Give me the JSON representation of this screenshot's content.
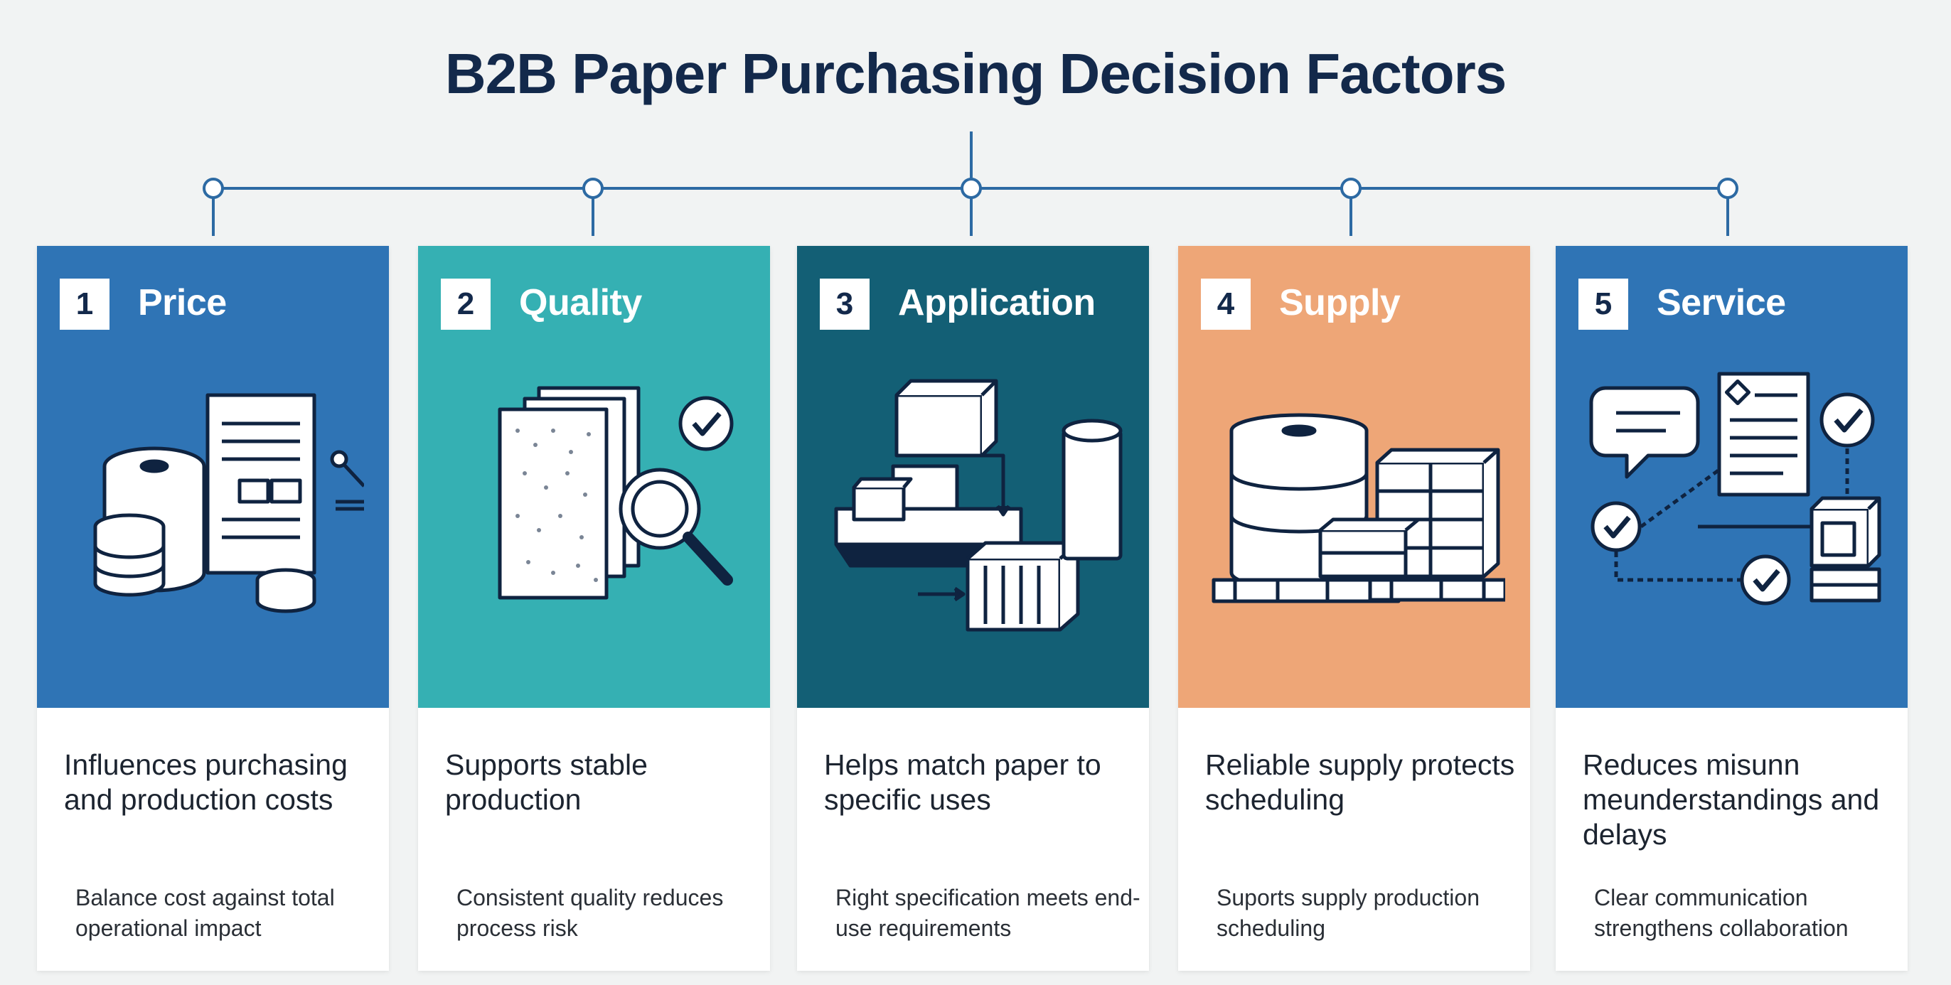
{
  "title": "B2B Paper Purchasing Decision Factors",
  "colors": {
    "price": "#2f74b5",
    "quality": "#35b0b3",
    "application": "#135f75",
    "supply": "#eea677",
    "service": "#2f74b5",
    "connector": "#2d6aa3",
    "title": "#13294b"
  },
  "factors": [
    {
      "number": "1",
      "title": "Price",
      "headline": "Influences purchasing and production costs",
      "detail": "Balance cost against total operational impact",
      "icon": "paper-roll-invoice-icon"
    },
    {
      "number": "2",
      "title": "Quality",
      "headline": "Supports stable production",
      "detail": "Consistent quality reduces process risk",
      "icon": "paper-sheets-magnifier-icon"
    },
    {
      "number": "3",
      "title": "Application",
      "headline": "Helps match paper to specific uses",
      "detail": "Right specification meets end-use requirements",
      "icon": "conveyor-box-icon"
    },
    {
      "number": "4",
      "title": "Supply",
      "headline": "Reliable supply protects scheduling",
      "detail": "Suports supply production scheduling",
      "icon": "pallet-stock-icon"
    },
    {
      "number": "5",
      "title": "Service",
      "headline": "Reduces misunn mеunderstandings and delays",
      "detail": "Clear communication strengthens collaboration",
      "icon": "communication-checklist-icon"
    }
  ]
}
